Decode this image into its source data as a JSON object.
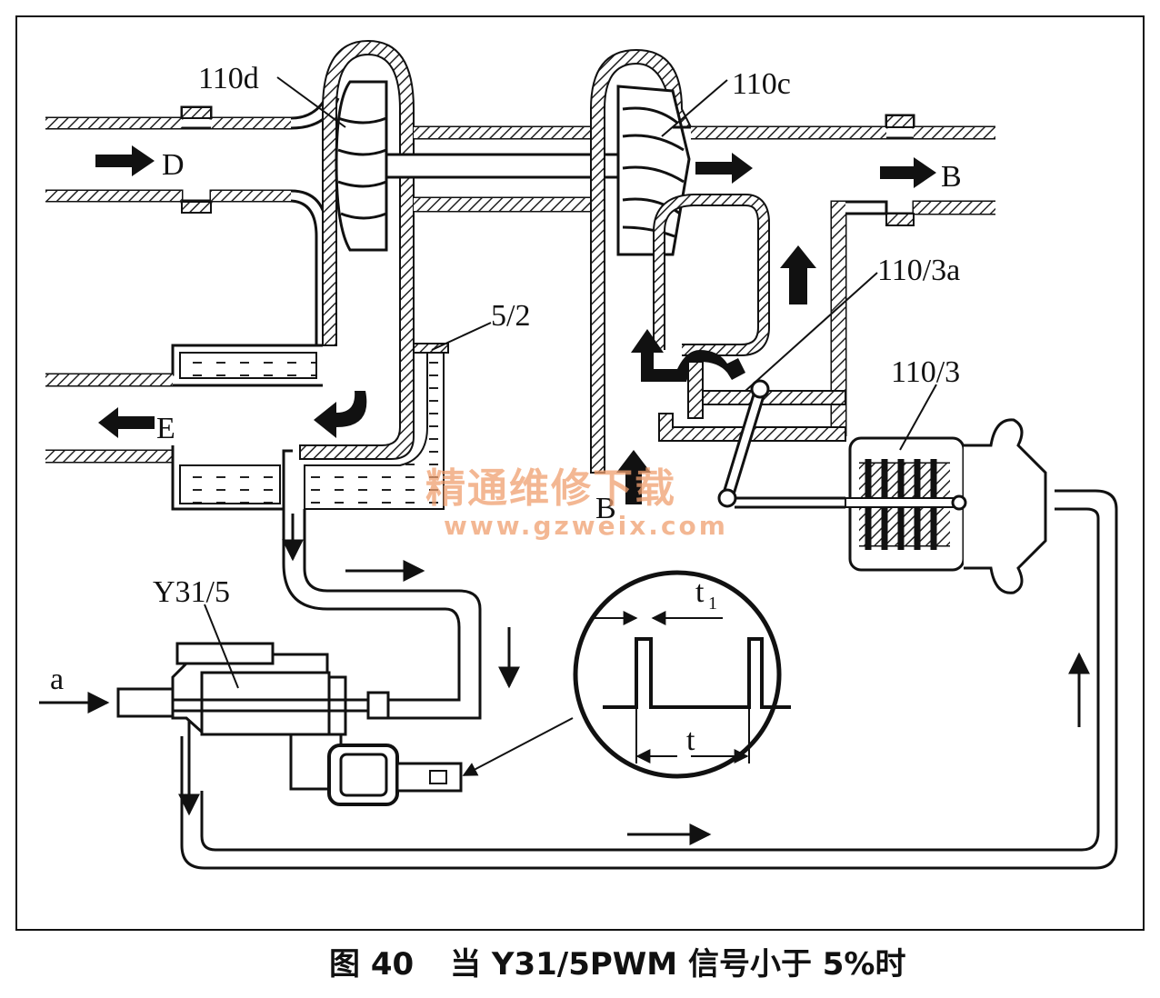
{
  "labels": {
    "turbine": "110d",
    "compressor": "110c",
    "exhaust_in": "D",
    "air_out": "B",
    "air_in": "B",
    "exhaust_out": "E",
    "oil_pan": "5/2",
    "lever": "110/3a",
    "actuator": "110/3",
    "valve": "Y31/5",
    "vacuum_source": "a",
    "pulse_width": "t",
    "pulse_on": "t",
    "pulse_on_sub": "1"
  },
  "watermark": {
    "text_cn": "精通维修下载",
    "url": "www.gzweix.com"
  },
  "caption": {
    "figure": "图 40",
    "text": "当 Y31/5PWM 信号小于 5%时"
  }
}
